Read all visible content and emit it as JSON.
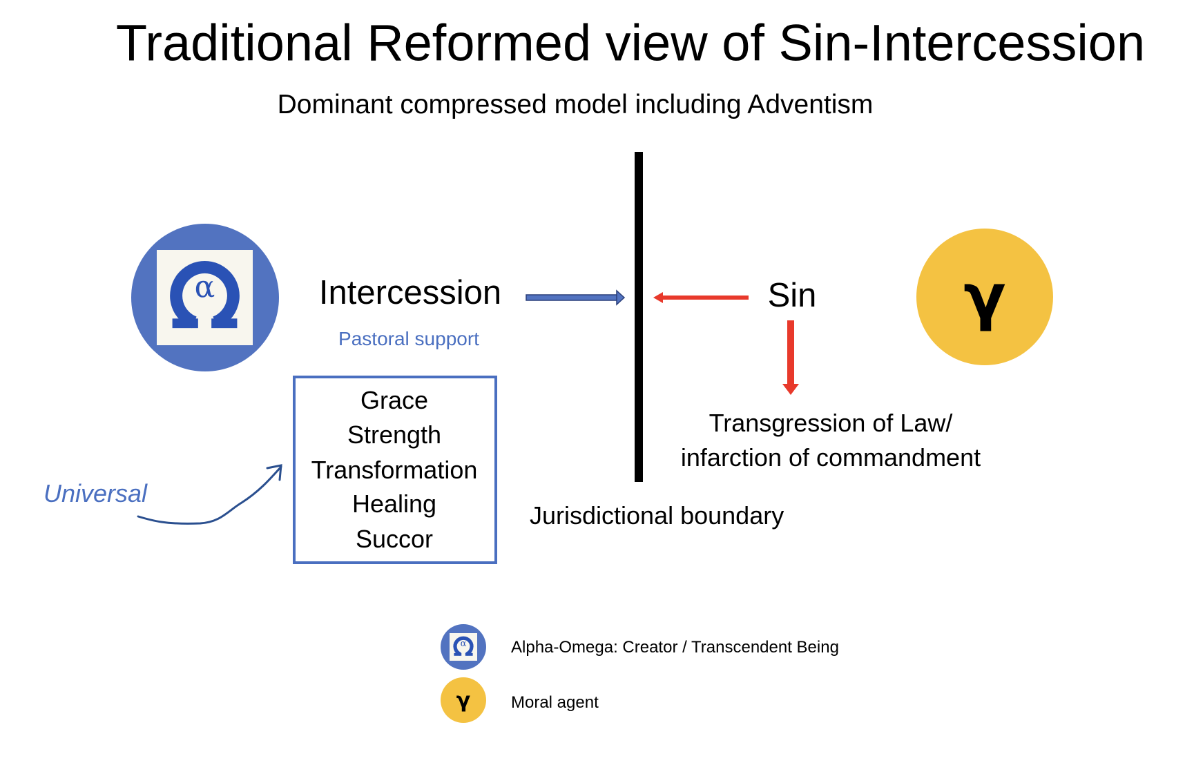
{
  "title": "Traditional Reformed view of Sin-Intercession",
  "subtitle": "Dominant compressed model including Adventism",
  "left_node": {
    "icon": "alpha-omega-icon",
    "omega_glyph": "Ω",
    "alpha_glyph": "α"
  },
  "right_node": {
    "icon": "gamma-icon",
    "glyph": "γ"
  },
  "intercession_label": "Intercession",
  "pastoral_label": "Pastoral support",
  "support_box": {
    "items": [
      "Grace",
      "Strength",
      "Transformation",
      "Healing",
      "Succor"
    ]
  },
  "universal_label": "Universal",
  "sin_label": "Sin",
  "transgression_lines": [
    "Transgression of Law/",
    "infarction of commandment"
  ],
  "boundary_label": "Jurisdictional boundary",
  "legend": [
    {
      "icon": "alpha-omega-icon",
      "label": "Alpha-Omega: Creator / Transcendent Being"
    },
    {
      "icon": "gamma-icon",
      "label": "Moral agent"
    }
  ],
  "colors": {
    "blue": "#5273c0",
    "yellow": "#f4c242",
    "red": "#e8392b",
    "navy": "#2a52b5"
  }
}
